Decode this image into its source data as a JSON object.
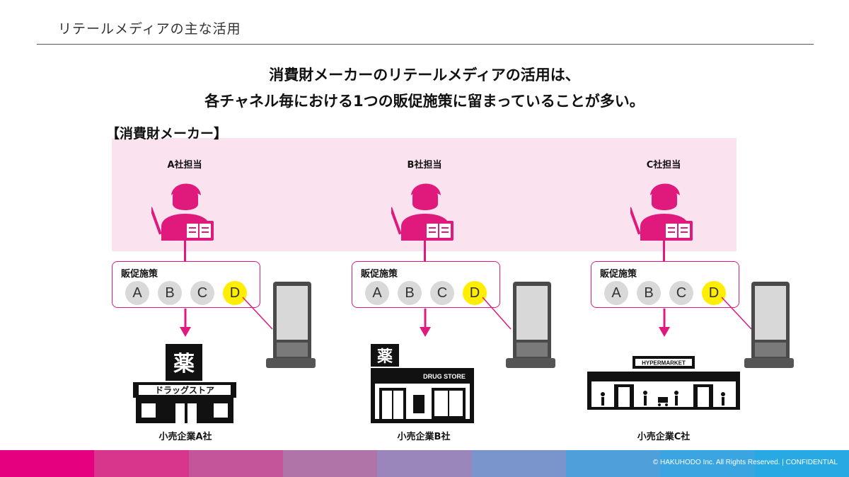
{
  "page": {
    "title": "リテールメディアの主な活用",
    "headline": [
      "消費財メーカーのリテールメディアの活用は、",
      "各チャネル毎における1つの販促施策に留まっていることが多い。"
    ],
    "group_label": "【消費財メーカー】"
  },
  "columns": [
    {
      "staff_label": "A社担当",
      "promo_title": "販促施策",
      "measures": [
        "A",
        "B",
        "C",
        "D"
      ],
      "active_measure": "D",
      "store_caption": "小売企業A社",
      "store_type": "drugstore-a",
      "store_sign_kanji": "薬",
      "store_sign_text": "ドラッグストア"
    },
    {
      "staff_label": "B社担当",
      "promo_title": "販促施策",
      "measures": [
        "A",
        "B",
        "C",
        "D"
      ],
      "active_measure": "D",
      "store_caption": "小売企業B社",
      "store_type": "drugstore-b",
      "store_sign_kanji": "薬",
      "store_sign_text": "DRUG STORE"
    },
    {
      "staff_label": "C社担当",
      "promo_title": "販促施策",
      "measures": [
        "A",
        "B",
        "C",
        "D"
      ],
      "active_measure": "D",
      "store_caption": "小売企業C社",
      "store_type": "hypermarket",
      "store_sign_text": "HYPERMARKET"
    }
  ],
  "footer": {
    "copyright": "© HAKUHODO Inc. All Rights Reserved. | CONFIDENTIAL",
    "gradient_colors": [
      "#e4007f",
      "#d8358d",
      "#c5559a",
      "#b074a9",
      "#9b86bb",
      "#7a95cc",
      "#4f9fda",
      "#3aa5e0",
      "#29a9e4"
    ]
  },
  "colors": {
    "accent": "#e0197d",
    "band": "#fbe2ef",
    "active": "#ffee00",
    "inactive": "#d9d9d9"
  },
  "icons": [
    "staff-presenter-icon",
    "digital-signage-icon",
    "drugstore-icon",
    "hypermarket-icon",
    "down-arrow-icon"
  ]
}
